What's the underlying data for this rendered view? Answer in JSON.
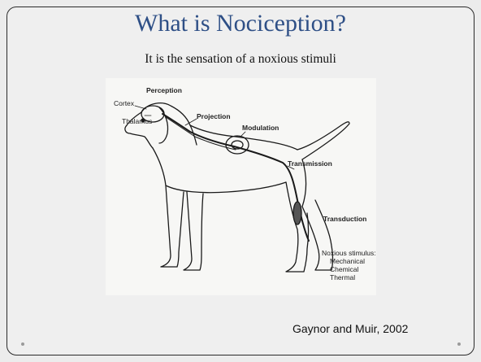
{
  "slide": {
    "title": "What is Nociception?",
    "subtitle": "It is the sensation of a noxious stimuli",
    "credit": "Gaynor and Muir, 2002"
  },
  "figure": {
    "labels": {
      "perception": "Perception",
      "cortex": "Cortex",
      "thalamus": "Thalamus",
      "projection": "Projection",
      "modulation": "Modulation",
      "transmission": "Transmission",
      "transduction": "Transduction",
      "noxious_stimulus": "Noxious stimulus:",
      "mechanical": "Mechanical",
      "chemical": "Chemical",
      "thermal": "Thermal"
    }
  },
  "colors": {
    "title": "#2e4f86",
    "border": "#2b2b2b",
    "background": "#efefef"
  }
}
